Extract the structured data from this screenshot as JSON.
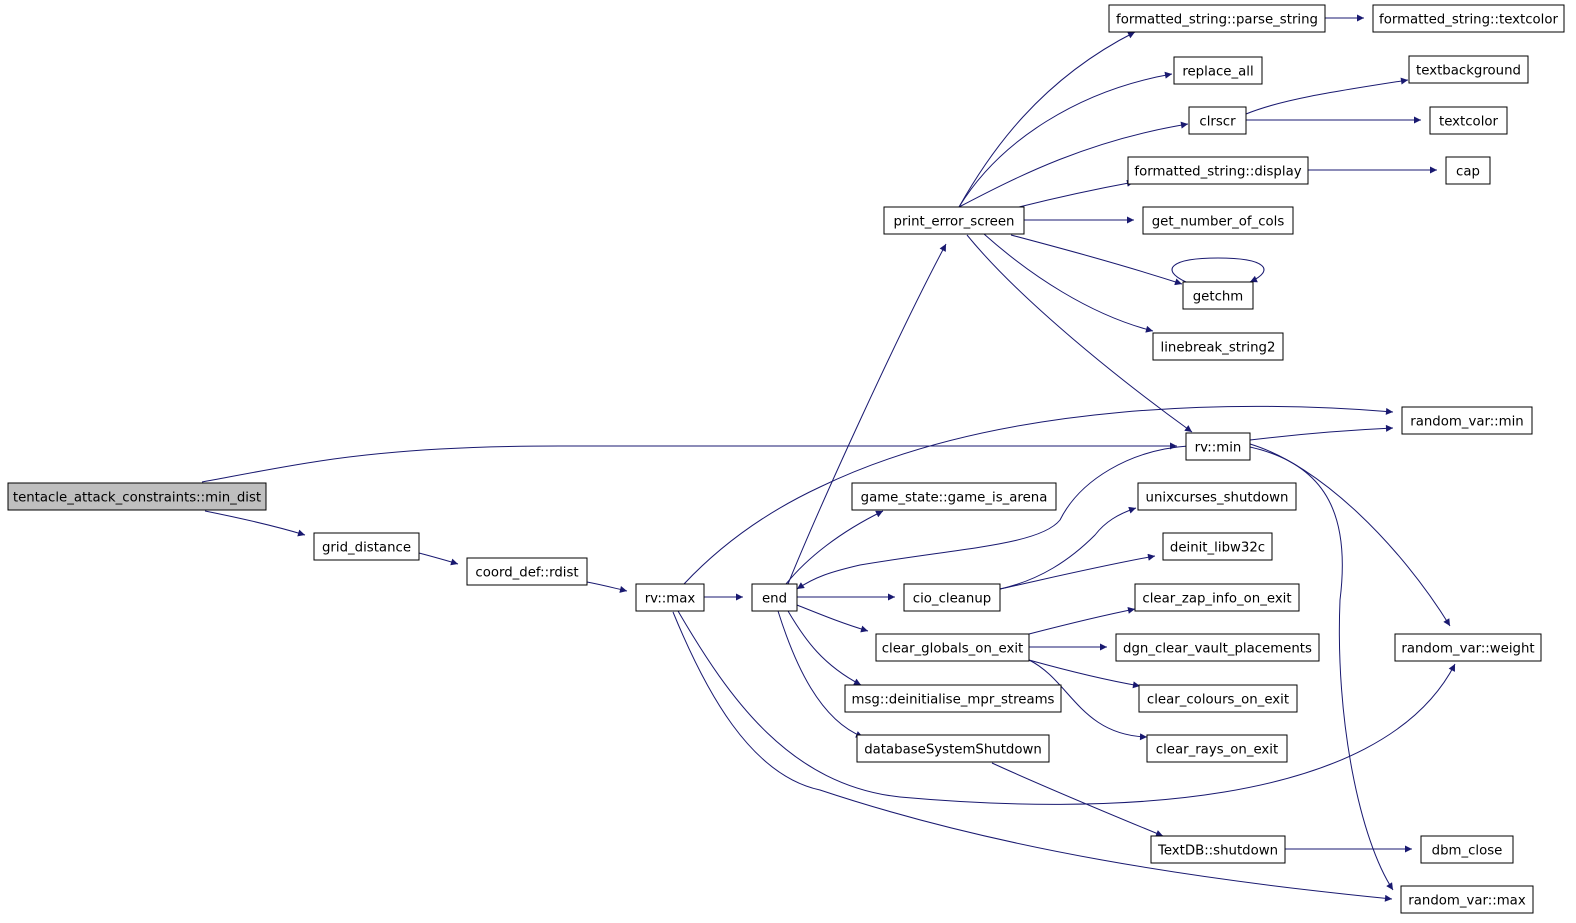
{
  "graph": {
    "edge_color": "#191970",
    "root_fill": "#bfbfbf",
    "nodes": [
      {
        "id": "n1",
        "label": "tentacle_attack_constraints::min_dist",
        "root": true
      },
      {
        "id": "n2",
        "label": "grid_distance"
      },
      {
        "id": "n3",
        "label": "coord_def::rdist"
      },
      {
        "id": "n4",
        "label": "rv::max"
      },
      {
        "id": "n5",
        "label": "end"
      },
      {
        "id": "n6",
        "label": "print_error_screen"
      },
      {
        "id": "n7",
        "label": "game_state::game_is_arena"
      },
      {
        "id": "n8",
        "label": "cio_cleanup"
      },
      {
        "id": "n9",
        "label": "clear_globals_on_exit"
      },
      {
        "id": "n10",
        "label": "msg::deinitialise_mpr_streams"
      },
      {
        "id": "n11",
        "label": "databaseSystemShutdown"
      },
      {
        "id": "n12",
        "label": "formatted_string::parse_string"
      },
      {
        "id": "n13",
        "label": "replace_all"
      },
      {
        "id": "n14",
        "label": "clrscr"
      },
      {
        "id": "n15",
        "label": "formatted_string::display"
      },
      {
        "id": "n16",
        "label": "get_number_of_cols"
      },
      {
        "id": "n17",
        "label": "getchm"
      },
      {
        "id": "n18",
        "label": "linebreak_string2"
      },
      {
        "id": "n19",
        "label": "rv::min"
      },
      {
        "id": "n20",
        "label": "unixcurses_shutdown"
      },
      {
        "id": "n21",
        "label": "deinit_libw32c"
      },
      {
        "id": "n22",
        "label": "clear_zap_info_on_exit"
      },
      {
        "id": "n23",
        "label": "dgn_clear_vault_placements"
      },
      {
        "id": "n24",
        "label": "clear_colours_on_exit"
      },
      {
        "id": "n25",
        "label": "clear_rays_on_exit"
      },
      {
        "id": "n26",
        "label": "TextDB::shutdown"
      },
      {
        "id": "n27",
        "label": "formatted_string::textcolor"
      },
      {
        "id": "n28",
        "label": "textbackground"
      },
      {
        "id": "n29",
        "label": "textcolor"
      },
      {
        "id": "n30",
        "label": "cap"
      },
      {
        "id": "n31",
        "label": "random_var::min"
      },
      {
        "id": "n32",
        "label": "random_var::weight"
      },
      {
        "id": "n33",
        "label": "dbm_close"
      },
      {
        "id": "n34",
        "label": "random_var::max"
      }
    ],
    "edges": [
      {
        "from": "n1",
        "to": "n2"
      },
      {
        "from": "n1",
        "to": "n19"
      },
      {
        "from": "n2",
        "to": "n3"
      },
      {
        "from": "n3",
        "to": "n4"
      },
      {
        "from": "n4",
        "to": "n5"
      },
      {
        "from": "n4",
        "to": "n31"
      },
      {
        "from": "n4",
        "to": "n32"
      },
      {
        "from": "n4",
        "to": "n34"
      },
      {
        "from": "n5",
        "to": "n6"
      },
      {
        "from": "n5",
        "to": "n7"
      },
      {
        "from": "n5",
        "to": "n8"
      },
      {
        "from": "n5",
        "to": "n9"
      },
      {
        "from": "n5",
        "to": "n10"
      },
      {
        "from": "n5",
        "to": "n11"
      },
      {
        "from": "n6",
        "to": "n12"
      },
      {
        "from": "n6",
        "to": "n13"
      },
      {
        "from": "n6",
        "to": "n14"
      },
      {
        "from": "n6",
        "to": "n15"
      },
      {
        "from": "n6",
        "to": "n16"
      },
      {
        "from": "n6",
        "to": "n17"
      },
      {
        "from": "n6",
        "to": "n18"
      },
      {
        "from": "n6",
        "to": "n19"
      },
      {
        "from": "n19",
        "to": "n5"
      },
      {
        "from": "n19",
        "to": "n31"
      },
      {
        "from": "n19",
        "to": "n32"
      },
      {
        "from": "n19",
        "to": "n34"
      },
      {
        "from": "n8",
        "to": "n20"
      },
      {
        "from": "n8",
        "to": "n21"
      },
      {
        "from": "n9",
        "to": "n22"
      },
      {
        "from": "n9",
        "to": "n23"
      },
      {
        "from": "n9",
        "to": "n24"
      },
      {
        "from": "n9",
        "to": "n25"
      },
      {
        "from": "n11",
        "to": "n26"
      },
      {
        "from": "n12",
        "to": "n27"
      },
      {
        "from": "n14",
        "to": "n28"
      },
      {
        "from": "n14",
        "to": "n29"
      },
      {
        "from": "n15",
        "to": "n30"
      },
      {
        "from": "n17",
        "to": "n17"
      },
      {
        "from": "n26",
        "to": "n33"
      }
    ]
  }
}
